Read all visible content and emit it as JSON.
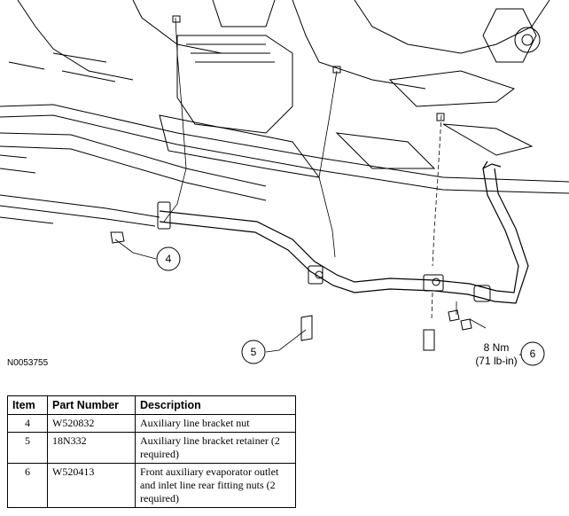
{
  "figure": {
    "id": "N0053755",
    "callouts": [
      {
        "number": "4"
      },
      {
        "number": "5"
      },
      {
        "number": "6"
      }
    ],
    "torque": {
      "line1": "8 Nm",
      "line2": "(71 lb-in)"
    }
  },
  "table": {
    "headers": {
      "item": "Item",
      "part_number": "Part Number",
      "description": "Description"
    },
    "rows": [
      {
        "item": "4",
        "part_number": "W520832",
        "description": "Auxiliary line bracket nut"
      },
      {
        "item": "5",
        "part_number": "18N332",
        "description": "Auxiliary line bracket retainer (2 required)"
      },
      {
        "item": "6",
        "part_number": "W520413",
        "description": "Front auxiliary evaporator outlet and inlet line rear fitting nuts (2 required)"
      }
    ]
  }
}
